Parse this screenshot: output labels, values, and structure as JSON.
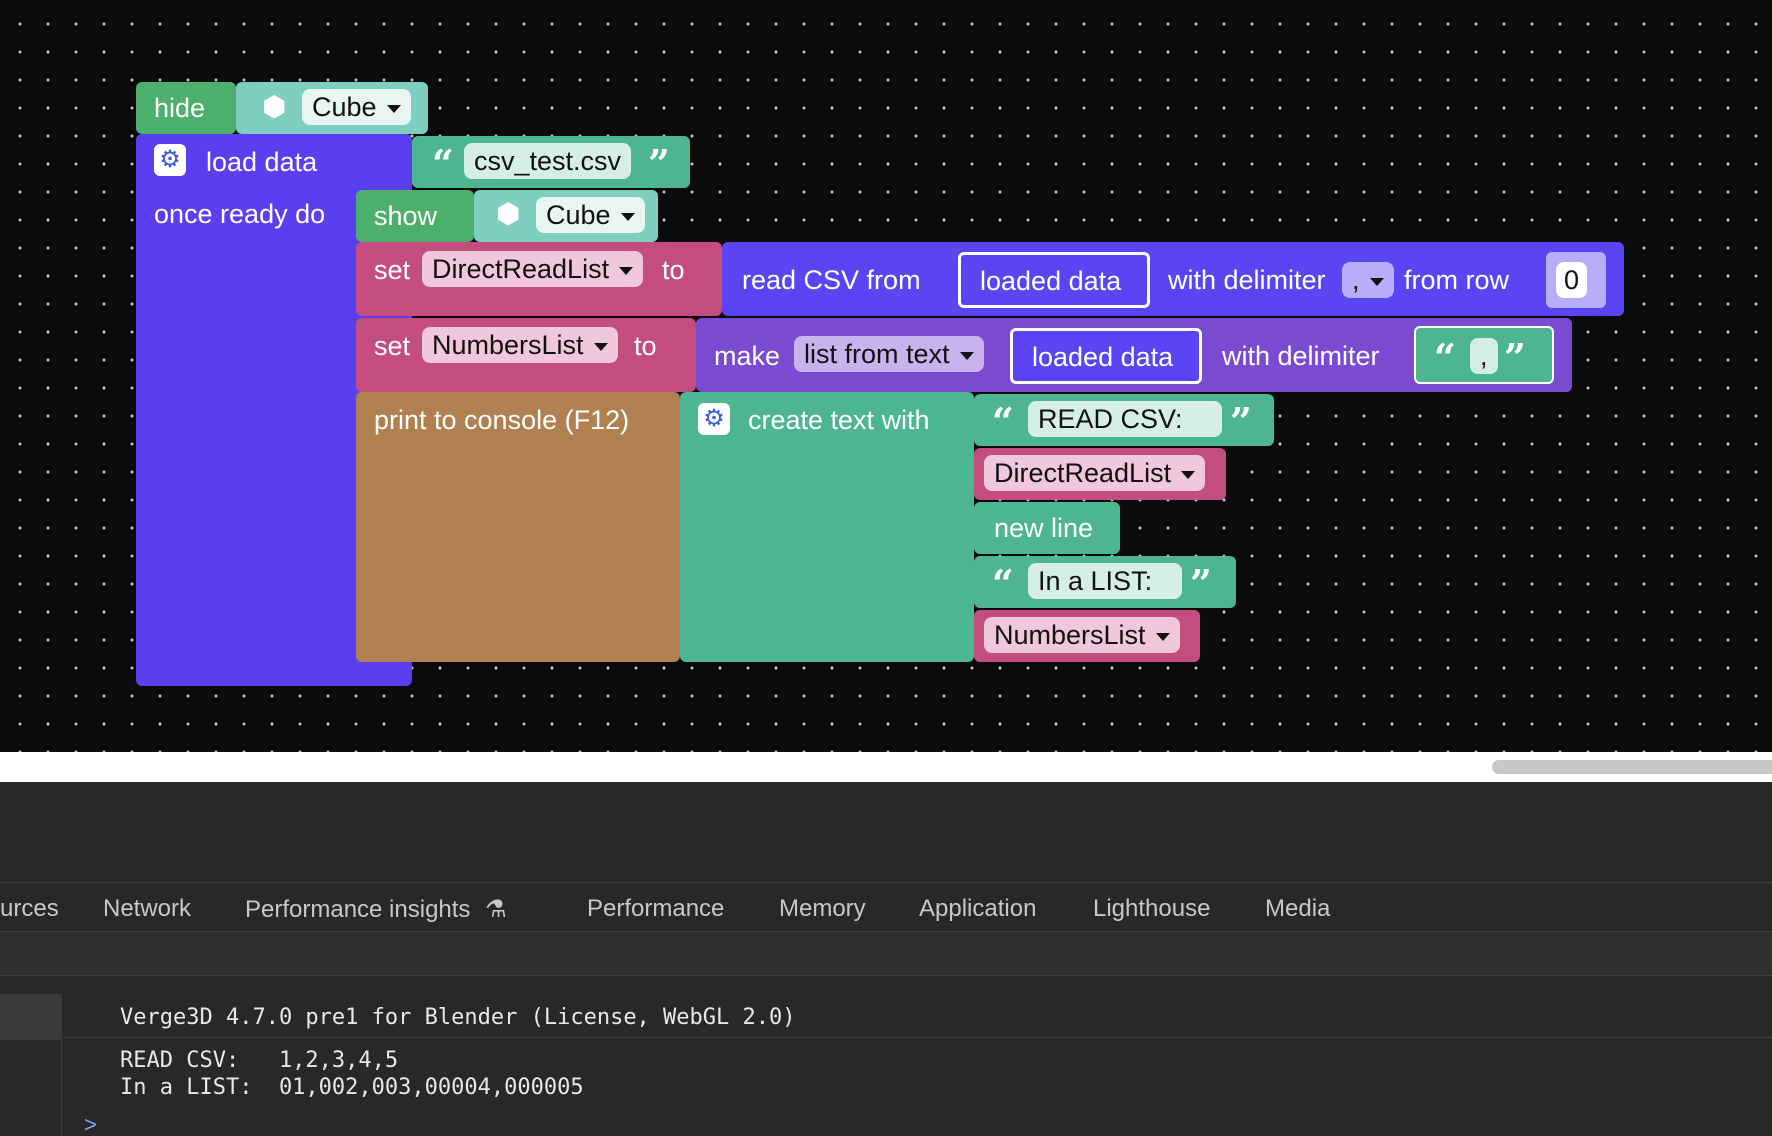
{
  "colors": {
    "workspace_bg": "#0b0b0d",
    "hide_show_block": "#4caf6b",
    "object_field": "#7ecfc0",
    "load_data_block": "#5a3ff0",
    "text_block": "#4db58f",
    "variable_block": "#c44d80",
    "read_csv_block": "#5b45f2",
    "make_list_block": "#7a4bd0",
    "print_block": "#b08050"
  },
  "blocks": {
    "hide": {
      "label": "hide",
      "object": "Cube",
      "icon": "cube-icon"
    },
    "load_data": {
      "label": "load data",
      "once_ready": "once ready do",
      "file": "csv_test.csv"
    },
    "show": {
      "label": "show",
      "object": "Cube"
    },
    "set_direct": {
      "set": "set",
      "var": "DirectReadList",
      "to": "to"
    },
    "read_csv": {
      "label": "read CSV from",
      "source": "loaded data",
      "with_delim": "with delimiter",
      "delim": ",",
      "from_row": "from row",
      "row": "0"
    },
    "set_numbers": {
      "set": "set",
      "var": "NumbersList",
      "to": "to"
    },
    "make_list": {
      "label": "make",
      "mode": "list from text",
      "source": "loaded data",
      "with_delim": "with delimiter",
      "delim": ","
    },
    "print": {
      "label": "print to console (F12)"
    },
    "create_text": {
      "label": "create text with",
      "item1": "READ CSV:",
      "item2": "DirectReadList",
      "item3": "new line",
      "item4": "In a LIST:",
      "item5": "NumbersList"
    }
  },
  "quotes": {
    "open": "“",
    "close": "”"
  },
  "devtools": {
    "tabs": [
      "urces",
      "Network",
      "Performance insights",
      "Performance",
      "Memory",
      "Application",
      "Lighthouse",
      "Media"
    ],
    "console": [
      "Verge3D 4.7.0 pre1 for Blender (License, WebGL 2.0)",
      "READ CSV:   1,2,3,4,5",
      "In a LIST:  01,002,003,00004,000005"
    ],
    "prompt": ">"
  }
}
